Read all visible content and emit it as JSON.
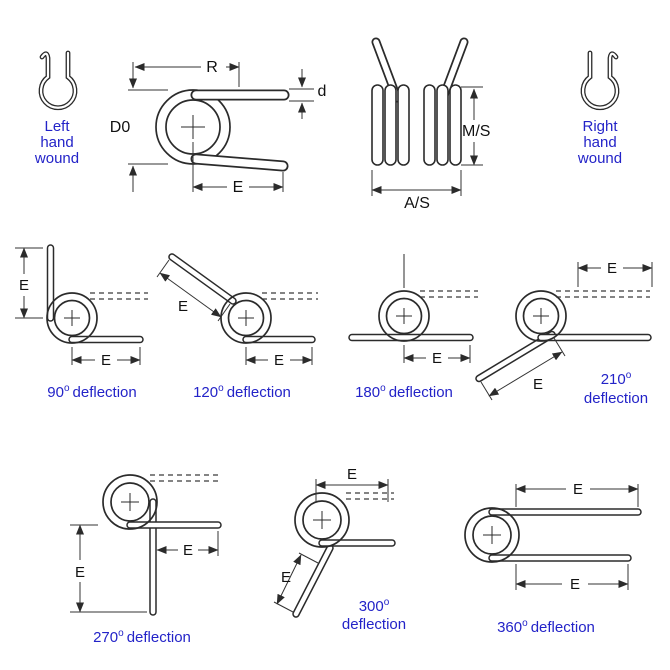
{
  "colors": {
    "line": "#2b2b2b",
    "label_blue": "#2323c8",
    "background": "#ffffff"
  },
  "wound_left": {
    "line1": "Left",
    "line2": "hand",
    "line3": "wound"
  },
  "wound_right": {
    "line1": "Right",
    "line2": "hand",
    "line3": "wound"
  },
  "dims": {
    "R": "R",
    "d": "d",
    "D0": "D0",
    "E": "E",
    "MS": "M/S",
    "AS": "A/S"
  },
  "deflections": {
    "d90": {
      "angle": "90",
      "deg": "o",
      "word": "deflection"
    },
    "d120": {
      "angle": "120",
      "deg": "o",
      "word": "deflection"
    },
    "d180": {
      "angle": "180",
      "deg": "o",
      "word": "deflection"
    },
    "d210": {
      "angle": "210",
      "deg": "o",
      "word": "deflection"
    },
    "d270": {
      "angle": "270",
      "deg": "o",
      "word": "deflection"
    },
    "d300": {
      "angle": "300",
      "deg": "o",
      "word": "deflection"
    },
    "d360": {
      "angle": "360",
      "deg": "o",
      "word": "deflection"
    }
  }
}
